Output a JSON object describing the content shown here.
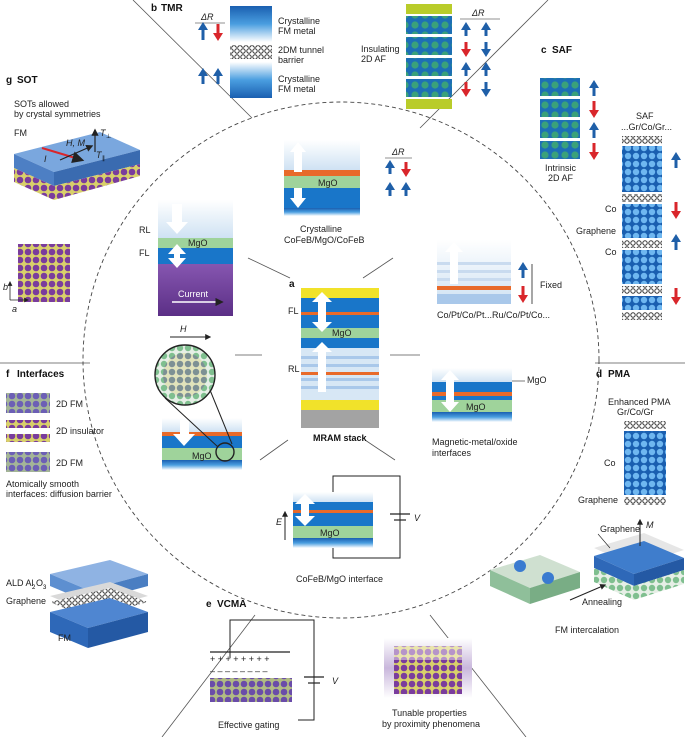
{
  "sections": {
    "b": {
      "letter": "b",
      "title": "TMR"
    },
    "c": {
      "letter": "c",
      "title": "SAF"
    },
    "g": {
      "letter": "g",
      "title": "SOT"
    },
    "f": {
      "letter": "f",
      "title": "Interfaces"
    },
    "d": {
      "letter": "d",
      "title": "PMA"
    },
    "e": {
      "letter": "e",
      "title": "VCMA"
    },
    "a": {
      "letter": "a"
    }
  },
  "tmr": {
    "delta_r": "ΔR",
    "crystalline_fm_1": "Crystalline",
    "crystalline_fm_2": "FM metal",
    "barrier_1": "2DM tunnel",
    "barrier_2": "barrier",
    "insulating_1": "Insulating",
    "insulating_2": "2D AF"
  },
  "saf": {
    "title_1": "SAF",
    "title_2": "...Gr/Co/Gr...",
    "intrinsic_1": "Intrinsic",
    "intrinsic_2": "2D AF",
    "co": "Co",
    "graphene": "Graphene"
  },
  "sot": {
    "desc_1": "SOTs allowed",
    "desc_2": "by crystal symmetries",
    "fm": "FM",
    "h_m": "H, M",
    "tau_perp": "T",
    "tau_perp_sub": "⊥",
    "tau_par": "T",
    "tau_par_sub": "∥",
    "current_i": "I",
    "axis_b": "b",
    "axis_a": "a"
  },
  "inner": {
    "rl": "RL",
    "fl": "FL",
    "mgo": "MgO",
    "current": "Current",
    "h": "H",
    "crystalline": "Crystalline",
    "cfb": "CoFeB/MgO/CoFeB",
    "delta_r": "ΔR",
    "fixed": "Fixed",
    "copt": "Co/Pt/Co/Pt...Ru/Co/Pt/Co...",
    "mram_stack": "MRAM stack",
    "mm_oxide_1": "Magnetic-metal/oxide",
    "mm_oxide_2": "interfaces",
    "cfb_interface": "CoFeB/MgO interface",
    "e": "E",
    "v": "V"
  },
  "interfaces": {
    "fm2d_1": "2D FM",
    "insulator": "2D insulator",
    "fm2d_2": "2D FM",
    "smooth_1": "Atomically smooth",
    "smooth_2": "interfaces: diffusion barrier",
    "ald": "ALD Al",
    "ald_sub2": "2",
    "ald_o": "O",
    "ald_sub3": "3",
    "graphene": "Graphene",
    "fm": "FM"
  },
  "pma": {
    "enhanced_1": "Enhanced PMA",
    "enhanced_2": "Gr/Co/Gr",
    "co": "Co",
    "graphene": "Graphene",
    "graphene_top": "Graphene",
    "m": "M",
    "annealing": "Annealing",
    "intercalation": "FM intercalation"
  },
  "vcma": {
    "plus": "+ + + + + + + +",
    "minus": "– – – – – – – –",
    "v": "V",
    "gating": "Effective gating",
    "tunable_1": "Tunable properties",
    "tunable_2": "by proximity phenomena"
  },
  "colors": {
    "blue_up": "#1f5fa8",
    "red_down": "#d9262b",
    "mgo": "#9fd39b",
    "fm_blue": "#1976c9",
    "orange": "#e86a2a",
    "yellow": "#f1e22a",
    "grey": "#a3a3a3",
    "purple": "#7b3b9e"
  }
}
